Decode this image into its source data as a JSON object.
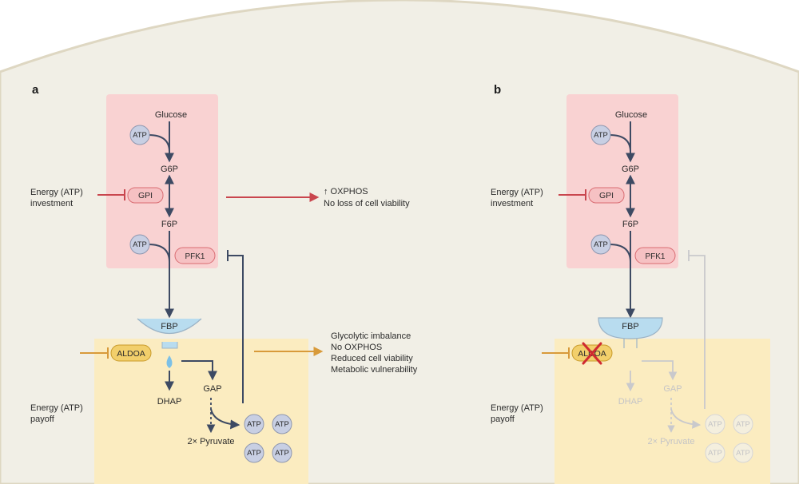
{
  "panel_a": {
    "label": "a",
    "glucose": "Glucose",
    "g6p": "G6P",
    "f6p": "F6P",
    "fbp": "FBP",
    "gap": "GAP",
    "dhap": "DHAP",
    "pyruvate": "2× Pyruvate",
    "atp": "ATP",
    "gpi": "GPI",
    "pfk1": "PFK1",
    "aldoa": "ALDOA",
    "investment_line1": "Energy (ATP)",
    "investment_line2": "investment",
    "payoff_line1": "Energy (ATP)",
    "payoff_line2": "payoff",
    "outcome_top": [
      "↑ OXPHOS",
      "No loss of cell viability"
    ],
    "outcome_bottom": [
      "Glycolytic imbalance",
      "No OXPHOS",
      "Reduced cell viability",
      "Metabolic vulnerability"
    ]
  },
  "panel_b": {
    "label": "b",
    "glucose": "Glucose",
    "g6p": "G6P",
    "f6p": "F6P",
    "fbp": "FBP",
    "gap": "GAP",
    "dhap": "DHAP",
    "pyruvate": "2× Pyruvate",
    "atp": "ATP",
    "gpi": "GPI",
    "pfk1": "PFK1",
    "aldoa": "ALDOA",
    "investment_line1": "Energy (ATP)",
    "investment_line2": "investment",
    "payoff_line1": "Energy (ATP)",
    "payoff_line2": "payoff"
  },
  "colors": {
    "cell_bg": "#f1efe6",
    "investment_box": "#f9d2d2",
    "payoff_box": "#fbecc0",
    "enzyme_fill": "#f6c1c3",
    "enzyme_stroke": "#d96c72",
    "aldoa_fill": "#f2cf6b",
    "aldoa_stroke": "#c89a2a",
    "atp_fill": "#c8cfe3",
    "arrow": "#3d4a63",
    "red_line": "#c9464e",
    "orange_line": "#d89a3a",
    "funnel_fill": "#b8dcef",
    "knockout_x": "#d02a30"
  }
}
